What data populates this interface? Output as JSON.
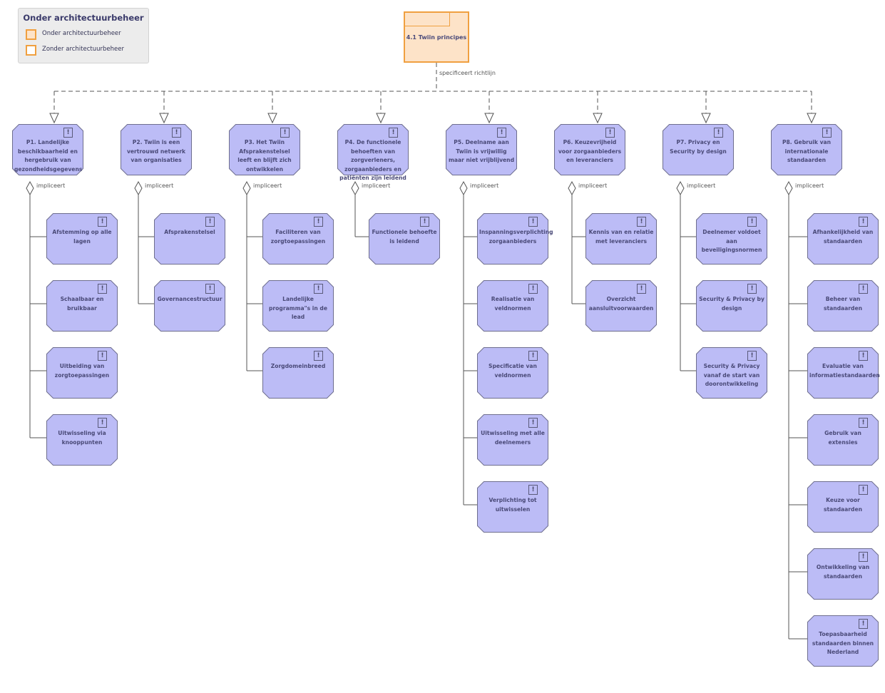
{
  "legend": {
    "title": "Onder architectuurbeheer",
    "items": [
      {
        "label": "Onder architectuurbeheer",
        "color": "#fde3c8",
        "border": "#f0a040"
      },
      {
        "label": "Zonder architectuurbeheer",
        "color": "#ffffff",
        "border": "#f0a040"
      }
    ]
  },
  "root": {
    "label": "4.1 Twiin principes"
  },
  "root_relation_label": "specificeert richtlijn",
  "principle_relation_label": "impliceert",
  "badge_glyph": "!",
  "colors": {
    "node_fill": "#bcbcf6",
    "node_border": "#6e6e8e",
    "root_fill": "#fde3c8",
    "root_border": "#f0a040",
    "edge": "#555555"
  },
  "principles": [
    {
      "label": "P1. Landelijke beschikbaarheid en hergebruik van gezondheidsgegevens",
      "children": [
        "Afstemming op alle lagen",
        "Schaalbaar en bruikbaar",
        "Uitbeiding van zorgtoepassingen",
        "Uitwisseling via knooppunten"
      ]
    },
    {
      "label": "P2. Twiin is een vertrouwd netwerk van organisaties",
      "children": [
        "Afsprakenstelsel",
        "Governancestructuur"
      ]
    },
    {
      "label": "P3. Het Twiin Afsprakenstelsel leeft en blijft zich ontwikkelen",
      "children": [
        "Faciliteren van zorgtoepassingen",
        "Landelijke programma\"s in de lead",
        "Zorgdomeinbreed"
      ]
    },
    {
      "label": "P4. De functionele behoeften van zorgverleners, zorgaanbieders en patiënten zijn leidend",
      "children": [
        "Functionele behoefte is leidend"
      ]
    },
    {
      "label": "P5. Deelname aan Twiin is vrijwillig maar niet vrijblijvend",
      "children": [
        "Inspanningsverplichting zorgaanbieders",
        "Realisatie van veldnormen",
        "Specificatie van veldnormen",
        "Uitwisseling met alle deelnemers",
        "Verplichting tot uitwisselen"
      ]
    },
    {
      "label": "P6. Keuzevrijheid voor zorgaanbieders en leveranciers",
      "children": [
        "Kennis van en relatie met leveranciers",
        "Overzicht aansluitvoorwaarden"
      ]
    },
    {
      "label": "P7. Privacy en Security by design",
      "children": [
        "Deelnemer voldoet aan beveiligingsnormen",
        "Security & Privacy by design",
        "Security & Privacy vanaf de start van doorontwikkeling"
      ]
    },
    {
      "label": "P8. Gebruik van internationale standaarden",
      "children": [
        "Afhankelijkheid van standaarden",
        "Beheer van standaarden",
        "Evaluatie van informatiestandaarden",
        "Gebruik van extensies",
        "Keuze voor standaarden",
        "Ontwikkeling van standaarden",
        "Toepasbaarheid standaarden binnen Nederland"
      ]
    }
  ]
}
